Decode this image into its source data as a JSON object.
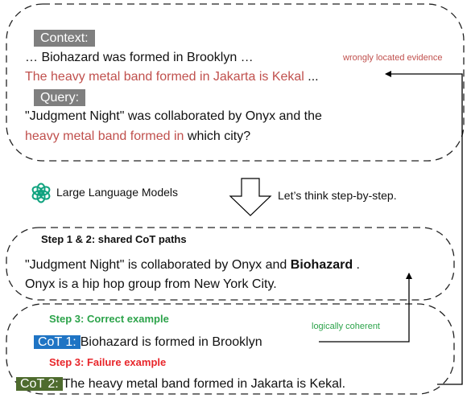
{
  "context": {
    "label": "Context:",
    "line1": "… Biohazard was  formed in Brooklyn …",
    "line2_highlight": "The heavy metal band formed in Jakarta is Kekal",
    "line2_tail": " ...",
    "annotation": "wrongly located evidence"
  },
  "query": {
    "label": "Query:",
    "line1": "\"Judgment Night\" was collaborated by Onyx and the",
    "line2_highlight": "heavy metal band formed in",
    "line2_tail": " which city?"
  },
  "middle": {
    "model_label": "Large Language Models",
    "prompt": "Let’s think step-by-step."
  },
  "shared": {
    "title": "Step 1 & 2: shared CoT paths",
    "line1_pre": "\"Judgment Night\" is collaborated by Onyx and ",
    "line1_bold": "Biohazard",
    "line1_post": " .",
    "line2": "Onyx is a hip hop group from New York City."
  },
  "examples": {
    "correct_title": "Step 3: Correct example",
    "cot1_tag": "CoT 1:",
    "cot1_text": "Biohazard is formed in Brooklyn",
    "annotation": "logically coherent",
    "failure_title": "Step 3: Failure example",
    "cot2_tag": "CoT 2:",
    "cot2_text": "The heavy metal band formed in Jakarta is Kekal."
  },
  "colors": {
    "evidence_red": "#c0504d",
    "failure_red": "#e8262b",
    "correct_green": "#2ca34a",
    "cot1_blue": "#1f74c4",
    "cot2_olive": "#4e6b2e",
    "tag_grey": "#7f7f7f"
  },
  "icons": [
    "openai-logo-icon",
    "down-arrow-icon"
  ]
}
